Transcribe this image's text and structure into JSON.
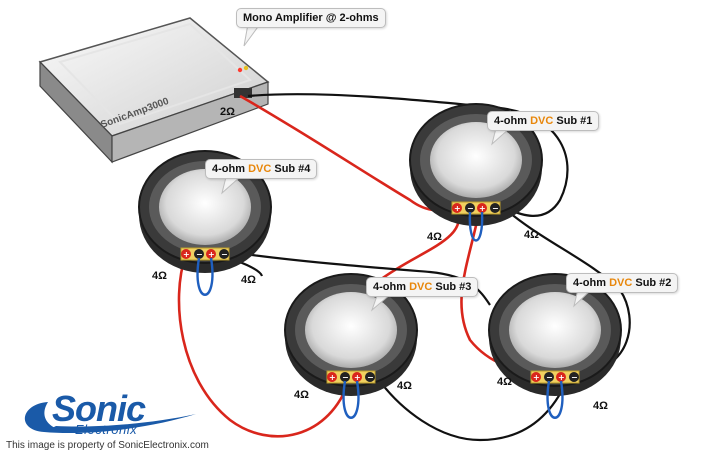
{
  "amplifier": {
    "callout": "Mono Amplifier @ 2-ohms",
    "model": "SonicAmp3000",
    "impedance_label": "2Ω"
  },
  "subs": [
    {
      "prefix": "4-ohm ",
      "dvc": "DVC",
      "suffix": " Sub #1",
      "left_ohm": "4Ω",
      "right_ohm": "4Ω"
    },
    {
      "prefix": "4-ohm ",
      "dvc": "DVC",
      "suffix": " Sub #2",
      "left_ohm": "4Ω",
      "right_ohm": "4Ω"
    },
    {
      "prefix": "4-ohm ",
      "dvc": "DVC",
      "suffix": " Sub #3",
      "left_ohm": "4Ω",
      "right_ohm": "4Ω"
    },
    {
      "prefix": "4-ohm ",
      "dvc": "DVC",
      "suffix": " Sub #4",
      "left_ohm": "4Ω",
      "right_ohm": "4Ω"
    }
  ],
  "terminals": {
    "positive": "+",
    "negative": "−"
  },
  "colors": {
    "positive_wire": "#d9261c",
    "negative_wire": "#111111",
    "jumper_wire": "#1f5fbf",
    "dvc_text": "#e8870c",
    "brand_blue": "#1a5aa8"
  },
  "logo": {
    "word": "Sonic",
    "sub": "Electronix"
  },
  "copyright": "This image is property of SonicElectronix.com"
}
